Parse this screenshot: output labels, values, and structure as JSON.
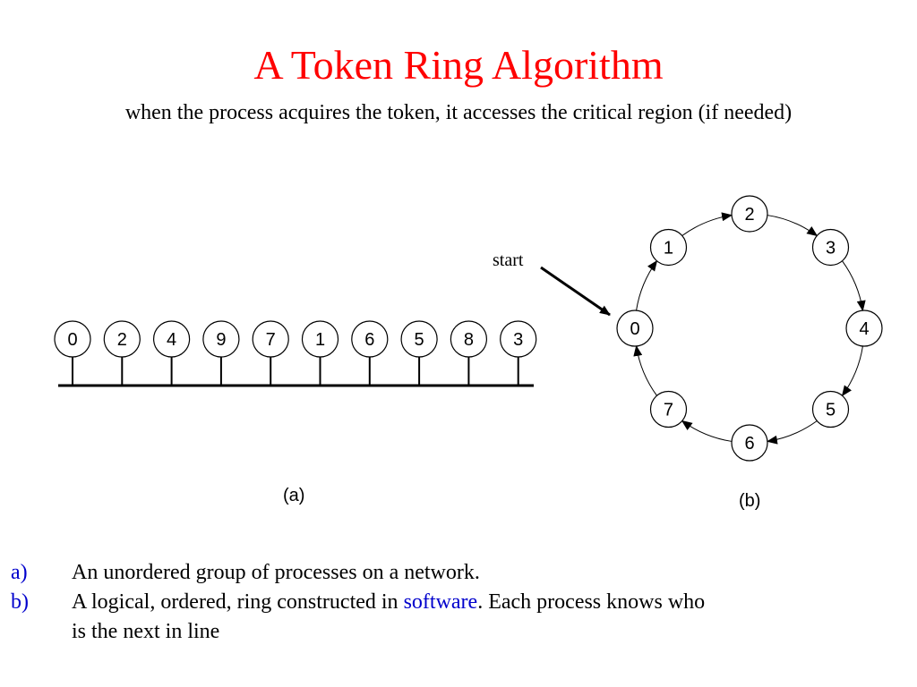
{
  "title": "A Token Ring Algorithm",
  "subtitle": "when the process acquires the token, it accesses the critical region (if needed)",
  "diagram_a": {
    "caption": "(a)",
    "processes": [
      "0",
      "2",
      "4",
      "9",
      "7",
      "1",
      "6",
      "5",
      "8",
      "3"
    ]
  },
  "diagram_b": {
    "caption": "(b)",
    "start_label": "start",
    "ring": [
      "0",
      "1",
      "2",
      "3",
      "4",
      "5",
      "6",
      "7"
    ]
  },
  "bullets": {
    "a": {
      "marker": "a)",
      "text": "An unordered group of processes on a network."
    },
    "b": {
      "marker": "b)",
      "text_before": "A logical, ordered, ring constructed in ",
      "highlight": "software",
      "text_after": ". Each process knows who",
      "continuation": "is the next in line"
    }
  },
  "colors": {
    "title": "#ff0000",
    "bullet_marker": "#0000cc",
    "highlight": "#0000cc"
  }
}
